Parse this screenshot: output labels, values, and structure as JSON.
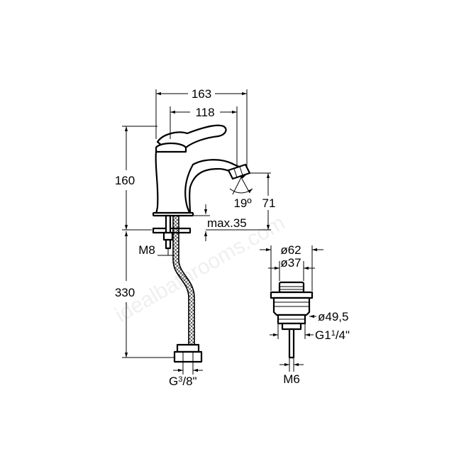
{
  "watermark": "idealbathrooms.com",
  "dimensions": {
    "overall_width": "163",
    "spout_reach": "118",
    "height": "160",
    "spout_angle": "19º",
    "spout_height": "71",
    "max_deck": "max.35",
    "stud_thread": "M8",
    "hose_length": "330",
    "hose_thread_main": "G",
    "hose_thread_num": "3",
    "hose_thread_den": "/8\""
  },
  "waste": {
    "flange_diameter": "ø62",
    "plug_diameter": "ø37",
    "body_diameter": "ø49,5",
    "thread_main": "G1",
    "thread_num": "1",
    "thread_den": "/4\"",
    "rod_thread": "M6"
  }
}
